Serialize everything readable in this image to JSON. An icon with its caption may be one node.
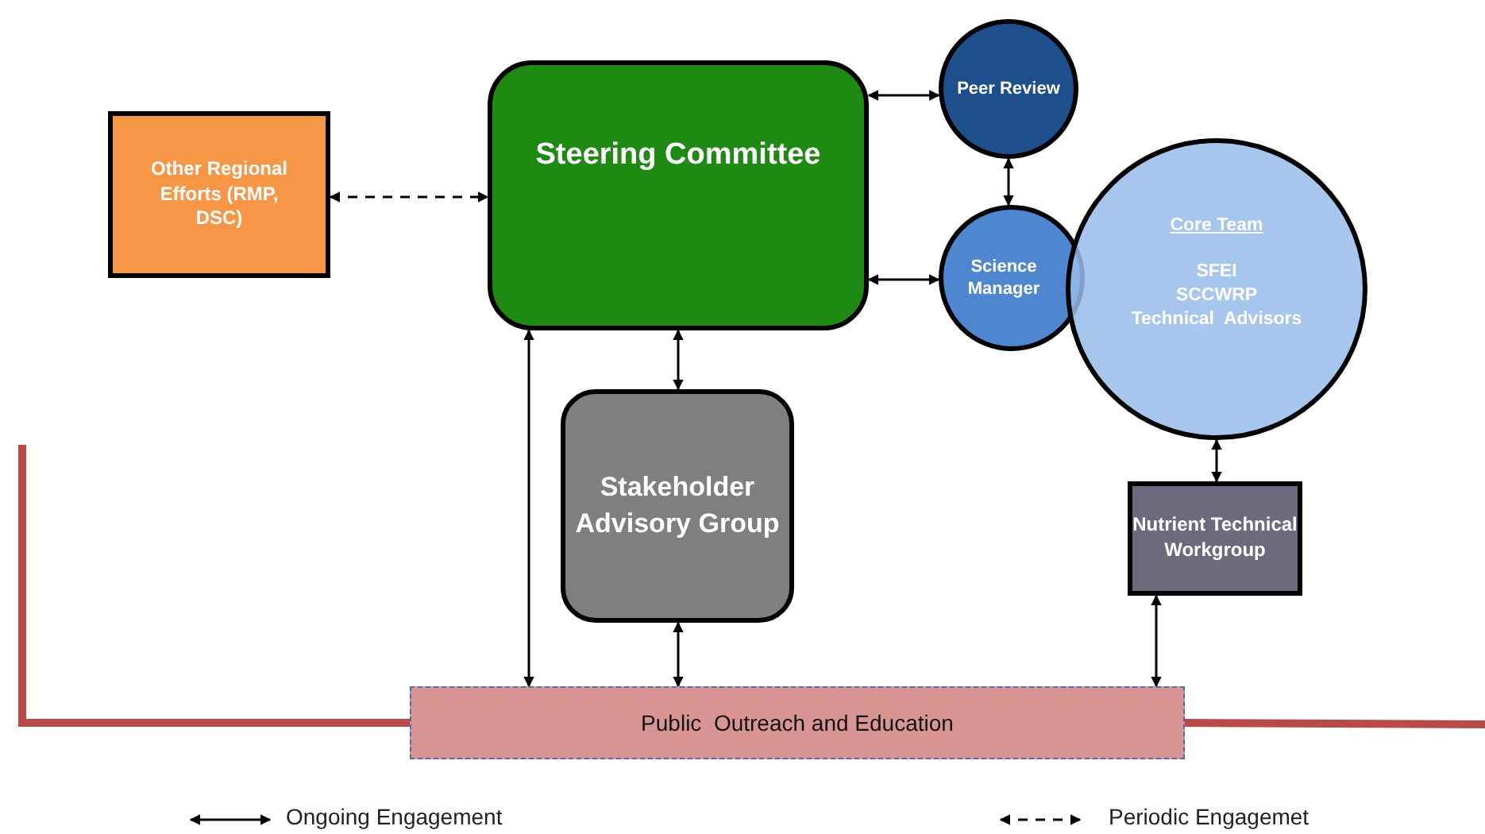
{
  "diagram": {
    "nodes": [
      {
        "text": [
          "Other Regional Efforts (RMP, DSC)"
        ]
      },
      {
        "text": [
          "Steering Committee"
        ]
      },
      {
        "text": [
          "Peer Review"
        ]
      },
      {
        "text": [
          "Science Manager"
        ]
      },
      {
        "text": [
          "Core Team",
          "SFEI",
          "SCCWRP",
          "Technical  Advisors"
        ]
      },
      {
        "text": [
          "Stakeholder Advisory Group"
        ]
      },
      {
        "text": [
          "Nutrient Technical Workgroup"
        ]
      },
      {
        "text": [
          "Public  Outreach and Education"
        ]
      }
    ],
    "edges": [
      {
        "from": 0,
        "to": 1,
        "arrow": "both",
        "style": "dashed"
      },
      {
        "from": 1,
        "to": 2,
        "arrow": "both"
      },
      {
        "from": 1,
        "to": 3,
        "arrow": "both"
      },
      {
        "from": 2,
        "to": 3,
        "arrow": "both"
      },
      {
        "from": 4,
        "to": 6,
        "arrow": "both"
      },
      {
        "from": 1,
        "to": 5,
        "arrow": "both"
      },
      {
        "from": 7,
        "to": 1,
        "arrow": "both"
      },
      {
        "from": 5,
        "to": 7,
        "arrow": "both"
      },
      {
        "from": 6,
        "to": 7,
        "arrow": "both"
      }
    ],
    "legend": [
      {
        "text": "Ongoing Engagement"
      },
      {
        "text": "Periodic Engagemet"
      }
    ]
  }
}
